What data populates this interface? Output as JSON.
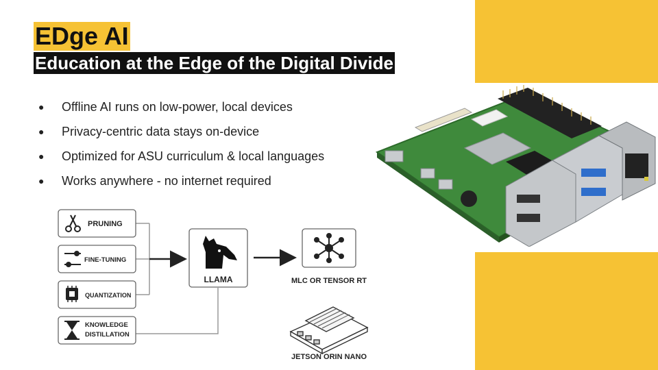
{
  "slide": {
    "title": "EDge AI",
    "subtitle": "Education at the Edge of the Digital Divide"
  },
  "bullets": [
    "Offline AI runs on low-power, local devices",
    "Privacy-centric data stays on-device",
    "Optimized for ASU curriculum & local languages",
    "Works anywhere - no internet required"
  ],
  "diagram": {
    "techniques": [
      {
        "label": "PRUNING",
        "icon": "scissors-icon"
      },
      {
        "label": "FINE-TUNING",
        "icon": "sliders-icon"
      },
      {
        "label": "QUANTIZATION",
        "icon": "chip-icon"
      },
      {
        "label_line1": "KNOWLEDGE",
        "label_line2": "DISTILLATION",
        "icon": "hourglass-icon"
      }
    ],
    "model": {
      "label": "LLAMA",
      "icon": "llama-icon"
    },
    "runtime": {
      "label": "MLC OR TENSOR RT",
      "icon": "network-icon"
    },
    "device": {
      "label": "JETSON ORIN NANO",
      "icon": "jetson-board-icon"
    }
  },
  "image": {
    "icon": "raspberry-pi-board-icon"
  },
  "colors": {
    "accent": "#F6C234",
    "dark": "#111111",
    "board_green": "#3f8a3c"
  }
}
